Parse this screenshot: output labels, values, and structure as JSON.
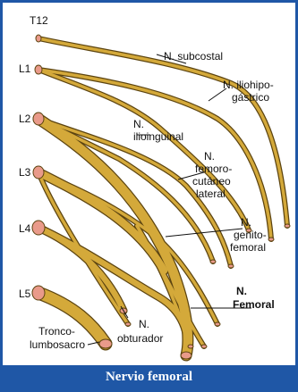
{
  "roots": {
    "t12": "T12",
    "l1": "L1",
    "l2": "L2",
    "l3": "L3",
    "l4": "L4",
    "l5": "L5"
  },
  "nerves": {
    "subcostal": {
      "line1": "N. subcostal"
    },
    "iliohipogastrico": {
      "line1": "N. iliohipo-",
      "line2": "gástrico"
    },
    "ilioinguinal": {
      "line1": "N.",
      "line2": "ilioinguinal"
    },
    "femorocutaneo": {
      "line1": "N.",
      "line2": "femoro-",
      "line3": "cutáneo",
      "line4": "lateral"
    },
    "genitofemoral": {
      "line1": "N.",
      "line2": "genito-",
      "line3": "femoral"
    },
    "femoral": {
      "line1": "N.",
      "line2": "Femoral"
    },
    "obturador": {
      "line1": "N.",
      "line2": "obturador"
    },
    "tronco": {
      "line1": "Tronco-",
      "line2": "lumbosacro"
    }
  },
  "caption": "Nervio femoral",
  "colors": {
    "frame": "#1f57a6",
    "nerve_fill": "#d4a93a",
    "nerve_outline": "#5c4410",
    "nerve_end": "#e99a8a"
  }
}
